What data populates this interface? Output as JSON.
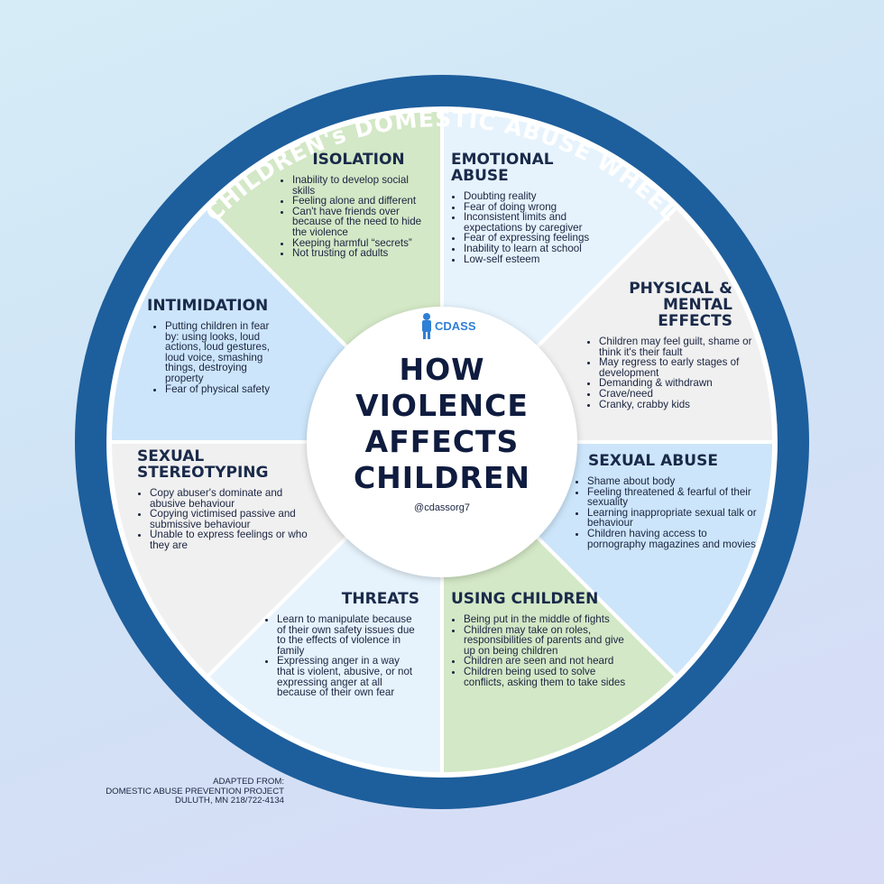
{
  "title": "CHILDREN's DOMESTIC ABUSE WHEEL",
  "center": {
    "lines": [
      "HOW",
      "VIOLENCE",
      "AFFECTS",
      "CHILDREN"
    ],
    "handle": "@cdassorg7",
    "logo_text": "CDASS"
  },
  "colors": {
    "ring": "#1d5e9c",
    "green": "#d3e8c6",
    "light_blue": "#e6f3fd",
    "blue": "#cce5fa",
    "gray": "#f0f0f0"
  },
  "segments": [
    {
      "id": "emotional-abuse",
      "color": "#e6f3fd",
      "title": "EMOTIONAL ABUSE",
      "items": [
        "Doubting reality",
        "Fear of doing wrong",
        "Inconsistent limits and expectations by caregiver",
        "Fear of expressing feelings",
        "Inability to learn at school",
        "Low-self esteem"
      ]
    },
    {
      "id": "physical-mental-effects",
      "color": "#f0f0f0",
      "title": "PHYSICAL & MENTAL EFFECTS",
      "items": [
        "Children may feel guilt, shame or think it's their fault",
        "May regress to early stages of development",
        "Demanding & withdrawn",
        "Crave/need",
        "Cranky, crabby kids"
      ]
    },
    {
      "id": "sexual-abuse",
      "color": "#cce5fa",
      "title": "SEXUAL ABUSE",
      "items": [
        "Shame about body",
        "Feeling threatened & fearful of their sexuality",
        "Learning inappropriate sexual talk or behaviour",
        "Children having access to pornography magazines and movies"
      ]
    },
    {
      "id": "using-children",
      "color": "#d3e8c6",
      "title": "USING CHILDREN",
      "items": [
        "Being put in the middle of fights",
        "Children may take on roles, responsibilities of parents and give up on being children",
        "Children are seen and not heard",
        "Children being used to solve conflicts, asking them to take sides"
      ]
    },
    {
      "id": "threats",
      "color": "#e6f3fd",
      "title": "THREATS",
      "items": [
        "Learn to manipulate because of their own safety issues due to the effects of violence in family",
        "Expressing anger in a way that is violent, abusive, or not expressing anger at all because of their own fear"
      ]
    },
    {
      "id": "sexual-stereotyping",
      "color": "#f0f0f0",
      "title": "SEXUAL STEREOTYPING",
      "items": [
        "Copy abuser's dominate and abusive behaviour",
        "Copying victimised passive and submissive behaviour",
        "Unable to express feelings or who they are"
      ]
    },
    {
      "id": "intimidation",
      "color": "#cce5fa",
      "title": "INTIMIDATION",
      "items": [
        "Putting children in fear by: using looks, loud actions, loud gestures, loud voice, smashing things, destroying property",
        "Fear of physical safety"
      ]
    },
    {
      "id": "isolation",
      "color": "#d3e8c6",
      "title": "ISOLATION",
      "items": [
        "Inability to develop social skills",
        "Feeling alone and different",
        "Can't have friends over because of the need to hide the violence",
        "Keeping harmful “secrets”",
        "Not trusting of adults"
      ]
    }
  ],
  "credit": [
    "ADAPTED FROM:",
    "DOMESTIC ABUSE PREVENTION PROJECT",
    "DULUTH, MN 218/722-4134"
  ]
}
